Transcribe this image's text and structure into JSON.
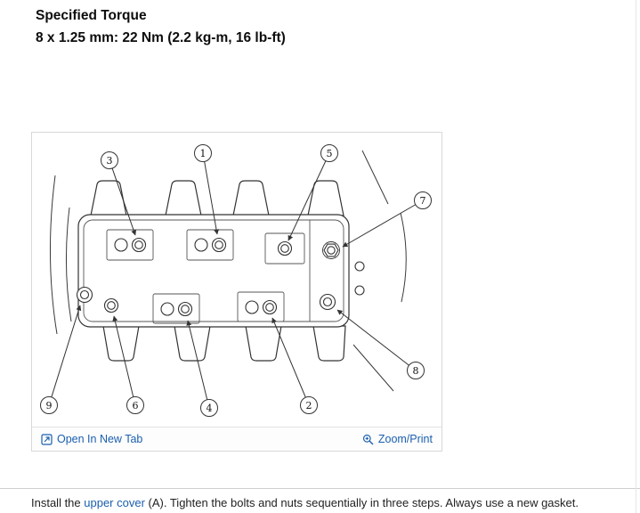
{
  "header": {
    "title": "Specified Torque",
    "spec_line": "8 x 1.25 mm: 22 Nm (2.2 kg-m, 16 lb-ft)"
  },
  "figure": {
    "toolbar": {
      "open_label": "Open In New Tab",
      "zoom_label": "Zoom/Print"
    },
    "icons": {
      "open_in_new_tab": "boxed-arrow-icon",
      "zoom_print": "magnifier-plus-icon"
    },
    "callouts": [
      "1",
      "2",
      "3",
      "4",
      "5",
      "6",
      "7",
      "8",
      "9"
    ]
  },
  "body": {
    "before_link": "Install the ",
    "link_text": "upper cover",
    "after_link": " (A). Tighten the bolts and nuts sequentially in three steps. Always use a new gasket."
  },
  "colors": {
    "link": "#1b5fae",
    "diagram_line": "#333333"
  }
}
